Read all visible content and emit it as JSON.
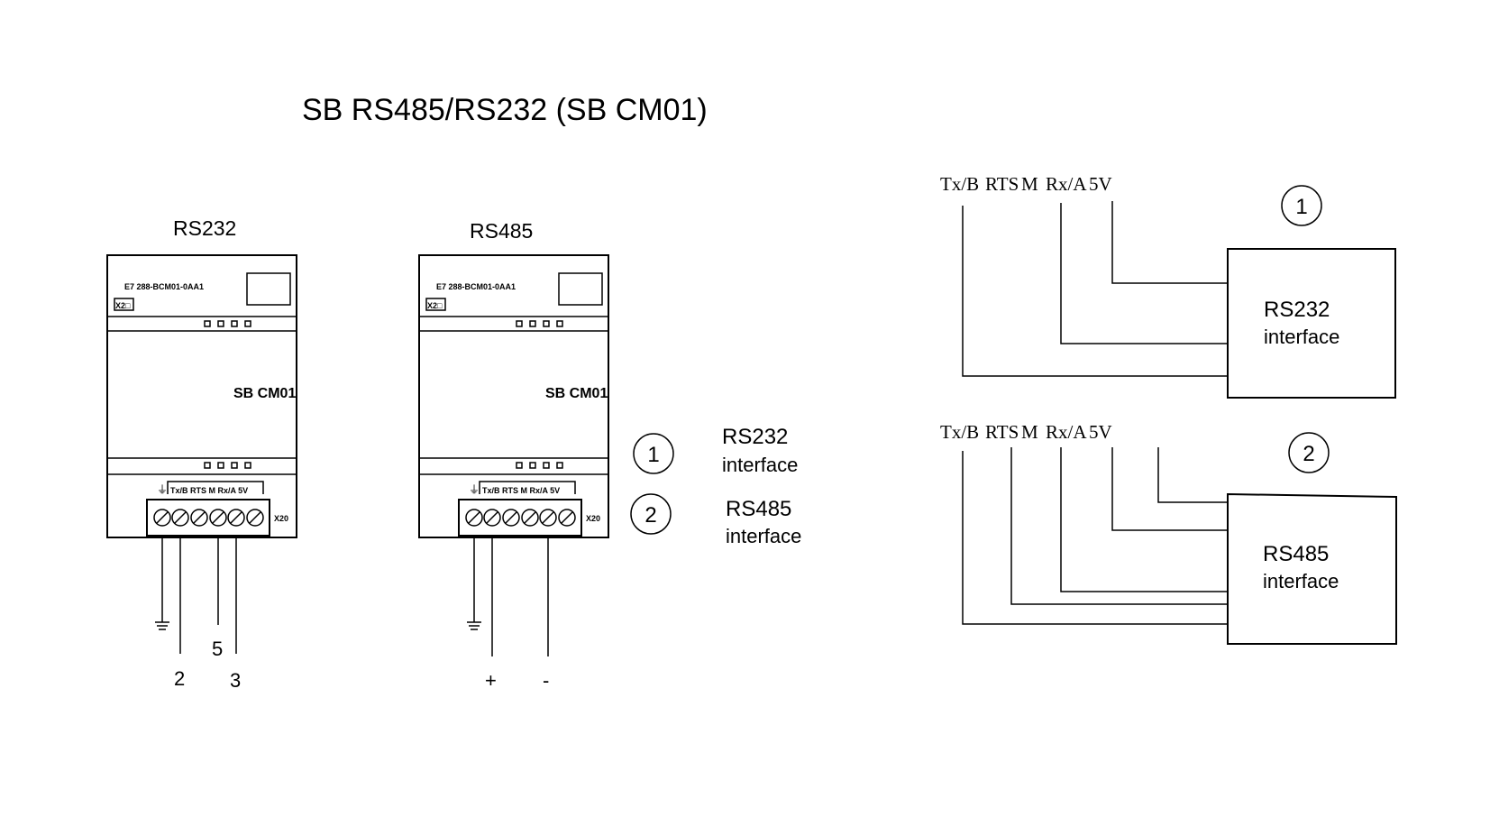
{
  "title": "SB RS485/RS232 (SB CM01)",
  "modules": {
    "rs232": {
      "heading": "RS232",
      "part_number": "E7 288-BCM01-0AA1",
      "badge": "X2□",
      "name": "SB CM01",
      "terminal_labels": "Tx/B RTS  M  Rx/A 5V",
      "connector": "X20",
      "wire_labels": [
        "2",
        "5",
        "3"
      ]
    },
    "rs485": {
      "heading": "RS485",
      "part_number": "E7 288-BCM01-0AA1",
      "badge": "X2□",
      "name": "SB CM01",
      "terminal_labels": "Tx/B RTS  M  Rx/A 5V",
      "connector": "X20",
      "wire_labels": [
        "+",
        "-"
      ]
    }
  },
  "legend": [
    {
      "number": "1",
      "line1": "RS232",
      "line2": "interface"
    },
    {
      "number": "2",
      "line1": "RS485",
      "line2": "interface"
    }
  ],
  "wiring": [
    {
      "number": "1",
      "pins": [
        "Tx/B",
        "RTS",
        "M",
        "Rx/A",
        "5V"
      ],
      "box_line1": "RS232",
      "box_line2": "interface"
    },
    {
      "number": "2",
      "pins": [
        "Tx/B",
        "RTS",
        "M",
        "Rx/A",
        "5V"
      ],
      "box_line1": "RS485",
      "box_line2": "interface"
    }
  ]
}
